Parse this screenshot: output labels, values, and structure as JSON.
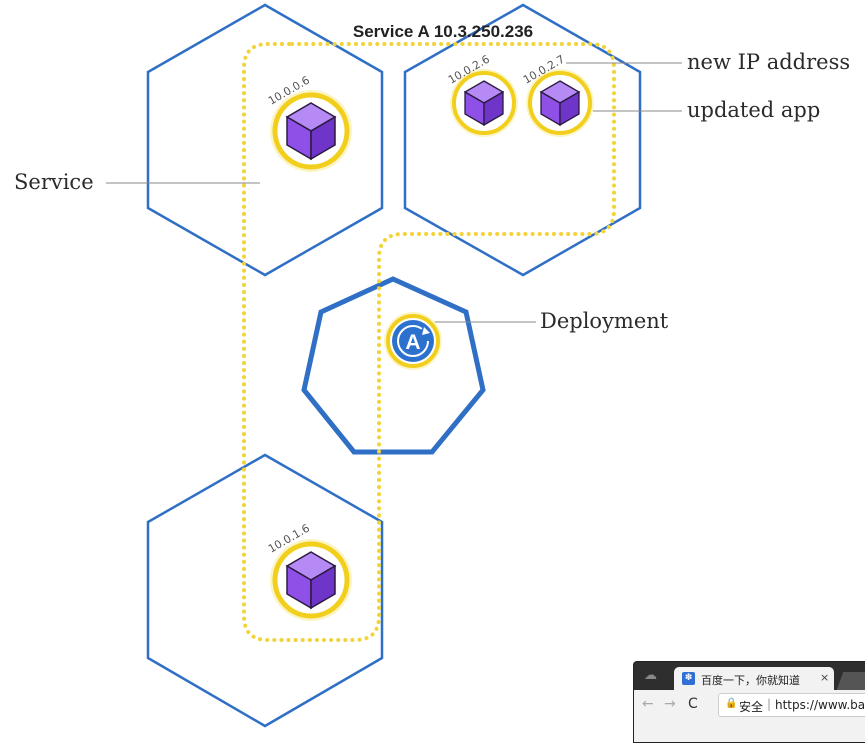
{
  "diagram": {
    "service_title": "Service A 10.3.250.236",
    "labels": {
      "service": "Service",
      "new_ip_address": "new IP address",
      "updated_app": "updated app",
      "deployment": "Deployment"
    },
    "pods": [
      {
        "ip": "10.0.0.6"
      },
      {
        "ip": "10.0.2.6"
      },
      {
        "ip": "10.0.2.7"
      },
      {
        "ip": "10.0.1.6"
      }
    ],
    "deployment_icon_letter": "A",
    "colors": {
      "node_border": "#2f6fc6",
      "service_dots": "#f2d43a",
      "pod_ring": "#f2cf1d",
      "pod_cube": "#8e50e6",
      "deployment_badge": "#2d71cf"
    }
  },
  "browser": {
    "tab_title": "百度一下，你就知道",
    "tab_close": "×",
    "secure_label": "安全",
    "url_text": "https://www.ba"
  }
}
